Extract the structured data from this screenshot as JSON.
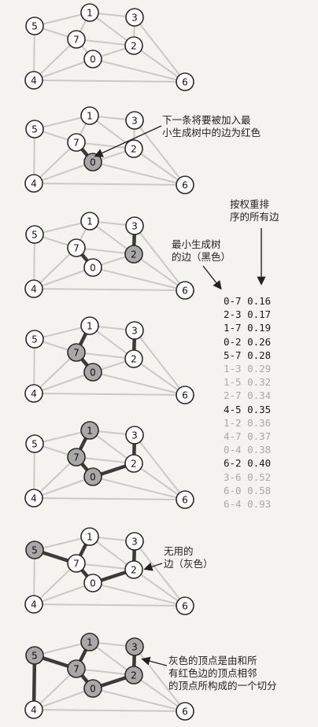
{
  "vertex_labels": [
    "0",
    "1",
    "2",
    "3",
    "4",
    "5",
    "6",
    "7"
  ],
  "graph_edges": [
    [
      "0",
      "7"
    ],
    [
      "2",
      "3"
    ],
    [
      "1",
      "7"
    ],
    [
      "0",
      "2"
    ],
    [
      "5",
      "7"
    ],
    [
      "1",
      "3"
    ],
    [
      "1",
      "5"
    ],
    [
      "2",
      "7"
    ],
    [
      "4",
      "5"
    ],
    [
      "1",
      "2"
    ],
    [
      "4",
      "7"
    ],
    [
      "0",
      "4"
    ],
    [
      "6",
      "2"
    ],
    [
      "3",
      "6"
    ],
    [
      "6",
      "0"
    ],
    [
      "6",
      "4"
    ]
  ],
  "colors": {
    "black_edge": "#3a3a3a",
    "light_edge": "#c9c9c9",
    "gray_vertex": "#a8a8a8",
    "white_vertex": "#ffffff"
  },
  "snapshots": [
    {
      "mst_edges": [],
      "red_edge": null,
      "gray_vertices": []
    },
    {
      "mst_edges": [],
      "red_edge": [
        "0",
        "7"
      ],
      "gray_vertices": [
        "0"
      ]
    },
    {
      "mst_edges": [
        [
          "0",
          "7"
        ]
      ],
      "red_edge": [
        "2",
        "3"
      ],
      "gray_vertices": [
        "2"
      ]
    },
    {
      "mst_edges": [
        [
          "0",
          "7"
        ],
        [
          "2",
          "3"
        ]
      ],
      "red_edge": [
        "1",
        "7"
      ],
      "gray_vertices": [
        "0",
        "7"
      ]
    },
    {
      "mst_edges": [
        [
          "0",
          "7"
        ],
        [
          "2",
          "3"
        ],
        [
          "1",
          "7"
        ]
      ],
      "red_edge": [
        "0",
        "2"
      ],
      "gray_vertices": [
        "0",
        "1",
        "7"
      ]
    },
    {
      "mst_edges": [
        [
          "0",
          "7"
        ],
        [
          "2",
          "3"
        ],
        [
          "1",
          "7"
        ],
        [
          "0",
          "2"
        ]
      ],
      "red_edge": [
        "5",
        "7"
      ],
      "gray_vertices": [
        "5"
      ]
    },
    {
      "mst_edges": [
        [
          "0",
          "7"
        ],
        [
          "2",
          "3"
        ],
        [
          "1",
          "7"
        ],
        [
          "0",
          "2"
        ],
        [
          "5",
          "7"
        ]
      ],
      "red_edge": [
        "4",
        "5"
      ],
      "gray_vertices": [
        "0",
        "1",
        "2",
        "3",
        "5",
        "7"
      ]
    }
  ],
  "annotations": {
    "red_edge_note": "下一条将要被加入最\n小生成树中的边为红色",
    "sorted_note": "按权重排\n序的所有边",
    "mst_note": "最小生成树\n的边（黑色）",
    "useless_note": "无用的\n边（灰色）",
    "cut_note": "灰色的顶点是由和所\n有红色边的顶点相邻\n的顶点所构成的一个切分"
  },
  "sorted_edges": [
    {
      "edge": "0-7",
      "weight": "0.16",
      "in_mst": true
    },
    {
      "edge": "2-3",
      "weight": "0.17",
      "in_mst": true
    },
    {
      "edge": "1-7",
      "weight": "0.19",
      "in_mst": true
    },
    {
      "edge": "0-2",
      "weight": "0.26",
      "in_mst": true
    },
    {
      "edge": "5-7",
      "weight": "0.28",
      "in_mst": true
    },
    {
      "edge": "1-3",
      "weight": "0.29",
      "in_mst": false
    },
    {
      "edge": "1-5",
      "weight": "0.32",
      "in_mst": false
    },
    {
      "edge": "2-7",
      "weight": "0.34",
      "in_mst": false
    },
    {
      "edge": "4-5",
      "weight": "0.35",
      "in_mst": true
    },
    {
      "edge": "1-2",
      "weight": "0.36",
      "in_mst": false
    },
    {
      "edge": "4-7",
      "weight": "0.37",
      "in_mst": false
    },
    {
      "edge": "0-4",
      "weight": "0.38",
      "in_mst": false
    },
    {
      "edge": "6-2",
      "weight": "0.40",
      "in_mst": true
    },
    {
      "edge": "3-6",
      "weight": "0.52",
      "in_mst": false
    },
    {
      "edge": "6-0",
      "weight": "0.58",
      "in_mst": false
    },
    {
      "edge": "6-4",
      "weight": "0.93",
      "in_mst": false
    }
  ]
}
